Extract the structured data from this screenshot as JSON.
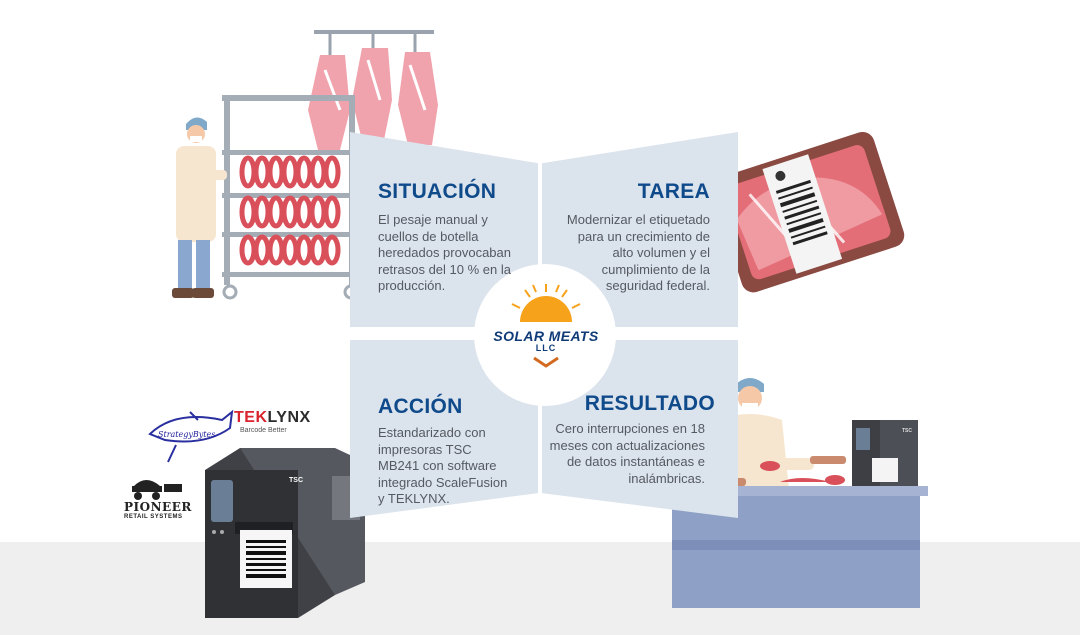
{
  "quadrants": {
    "situation": {
      "title": "SITUACIÓN",
      "text": "El pesaje manual y cuellos de botella heredados provocaban retrasos del 10 % en la producción."
    },
    "task": {
      "title": "TAREA",
      "text": "Modernizar el etiquetado para un crecimiento de alto volumen y el cumplimiento de la seguridad federal."
    },
    "action": {
      "title": "ACCIÓN",
      "text": "Estandarizado con impresoras TSC MB241 con software integrado ScaleFusion y TEKLYNX."
    },
    "result": {
      "title": "RESULTADO",
      "text": "Cero interrupciones en 18 meses con actualizaciones de datos instantáneas e inalámbricas."
    }
  },
  "center_logo": {
    "name": "SOLAR MEATS",
    "suffix": "LLC"
  },
  "partner_logos": {
    "teklynx": {
      "part1": "TEK",
      "part2": "LYNX",
      "tagline": "Barcode Better"
    },
    "strategybytes": "StrategyBytes",
    "pioneer": {
      "name": "PIONEER",
      "sub": "RETAIL SYSTEMS"
    }
  },
  "printer_brand": "TSC",
  "colors": {
    "heading_blue": "#0f4a8a",
    "panel": "#dbe3ed",
    "text_gray": "#555a60",
    "meat_pink": "#f0a3ad",
    "sausage_red": "#d9505a",
    "counter_blue": "#8fa0c6"
  },
  "icons": {
    "butcher_worker": "worker-with-sausage-rack-illustration",
    "meat_tray": "packaged-meat-tray-illustration",
    "printer": "industrial-label-printer-illustration",
    "result_worker": "worker-at-counter-illustration",
    "sun_logo": "rising-sun-icon"
  }
}
